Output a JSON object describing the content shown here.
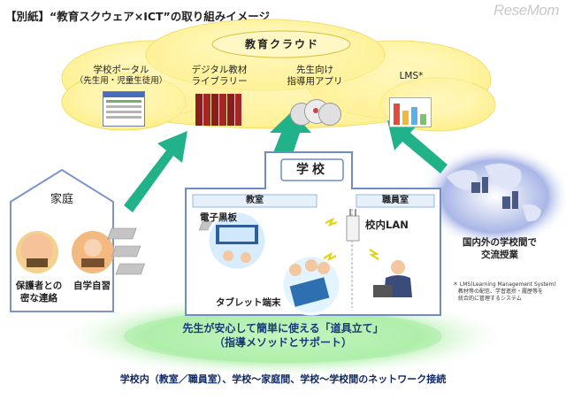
{
  "header": {
    "title": "【別紙】“教育スクウェア×ICT”の取り組みイメージ",
    "logo": "ReseMom"
  },
  "cloud": {
    "title": "教育クラウド",
    "items": [
      {
        "label": "学校ポータル",
        "sub": "（先生用・児童生徒用）",
        "icon": "portal-screen-icon"
      },
      {
        "label": "デジタル教材",
        "sub": "ライブラリー",
        "icon": "book-library-icon"
      },
      {
        "label": "先生向け",
        "sub": "指導用アプリ",
        "icon": "disc-icon"
      },
      {
        "label": "LMS*",
        "sub": "",
        "icon": "bar-chart-icon"
      }
    ]
  },
  "home": {
    "title": "家庭",
    "labels": [
      "保護者との",
      "密な連絡",
      "自学自習"
    ]
  },
  "school": {
    "title": "学校",
    "classroom": "教室",
    "staffroom": "職員室",
    "blackboard": "電子黒板",
    "tablet": "タブレット端末",
    "lan": "校内LAN"
  },
  "exchange": {
    "line1": "国内外の学校間で",
    "line2": "交流授業"
  },
  "note": {
    "line1": "＊ LMS(Learning Management System)",
    "line2": "教材等の配信、学習進捗・履歴等を",
    "line3": "統合的に管理するシステム"
  },
  "center": {
    "line1": "先生が安心して簡単に使える「道具立て」",
    "line2": "（指導メソッドとサポート）"
  },
  "footer": {
    "text": "学校内（教室／職員室）、学校～家庭間、学校～学校間のネットワーク接続"
  },
  "colors": {
    "cloud": "#fff5b0",
    "arrow": "#22b28a",
    "house_border": "#7d93cc",
    "school_border": "#6f8cc9",
    "ellipse": "#b9f0b4",
    "globe": "#7f8fd0"
  }
}
